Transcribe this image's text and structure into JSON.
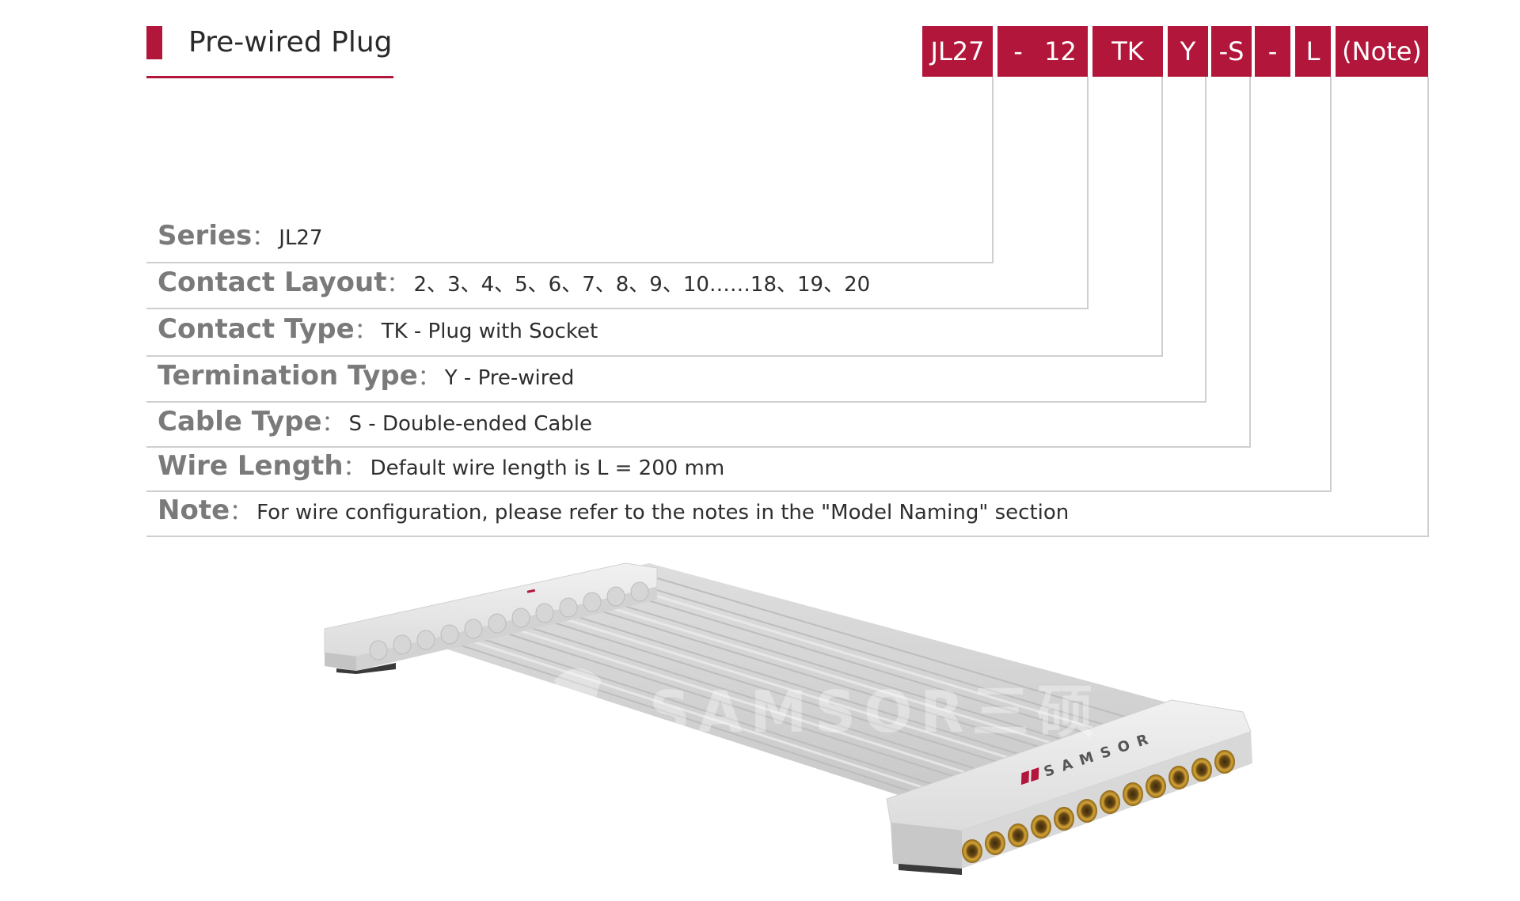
{
  "header": {
    "title": "Pre-wired Plug"
  },
  "code_parts": [
    {
      "text": "JL27"
    },
    {
      "text": "-"
    },
    {
      "text": "12"
    },
    {
      "text": "TK"
    },
    {
      "text": "Y"
    },
    {
      "text": "-S"
    },
    {
      "text": "-"
    },
    {
      "text": "L"
    },
    {
      "text": "(Note)"
    }
  ],
  "specs": [
    {
      "label": "Series",
      "value": "JL27"
    },
    {
      "label": "Contact Layout",
      "value": "2、3、4、5、6、7、8、9、10……18、19、20"
    },
    {
      "label": "Contact Type",
      "value": "TK - Plug with Socket"
    },
    {
      "label": "Termination Type",
      "value": "Y - Pre-wired"
    },
    {
      "label": "Cable Type",
      "value": "S - Double-ended Cable"
    },
    {
      "label": "Wire Length",
      "value": "Default wire length is L = 200 mm"
    },
    {
      "label": "Note",
      "value": "For wire configuration, please refer to the notes in the \"Model Naming\" section"
    }
  ],
  "separator": "：",
  "product": {
    "brand_label": "SAMSOR",
    "watermark": "SAMSOR三硕"
  },
  "colors": {
    "accent": "#b2163a",
    "line": "#cfcfcf",
    "label": "#7a7a7a"
  }
}
